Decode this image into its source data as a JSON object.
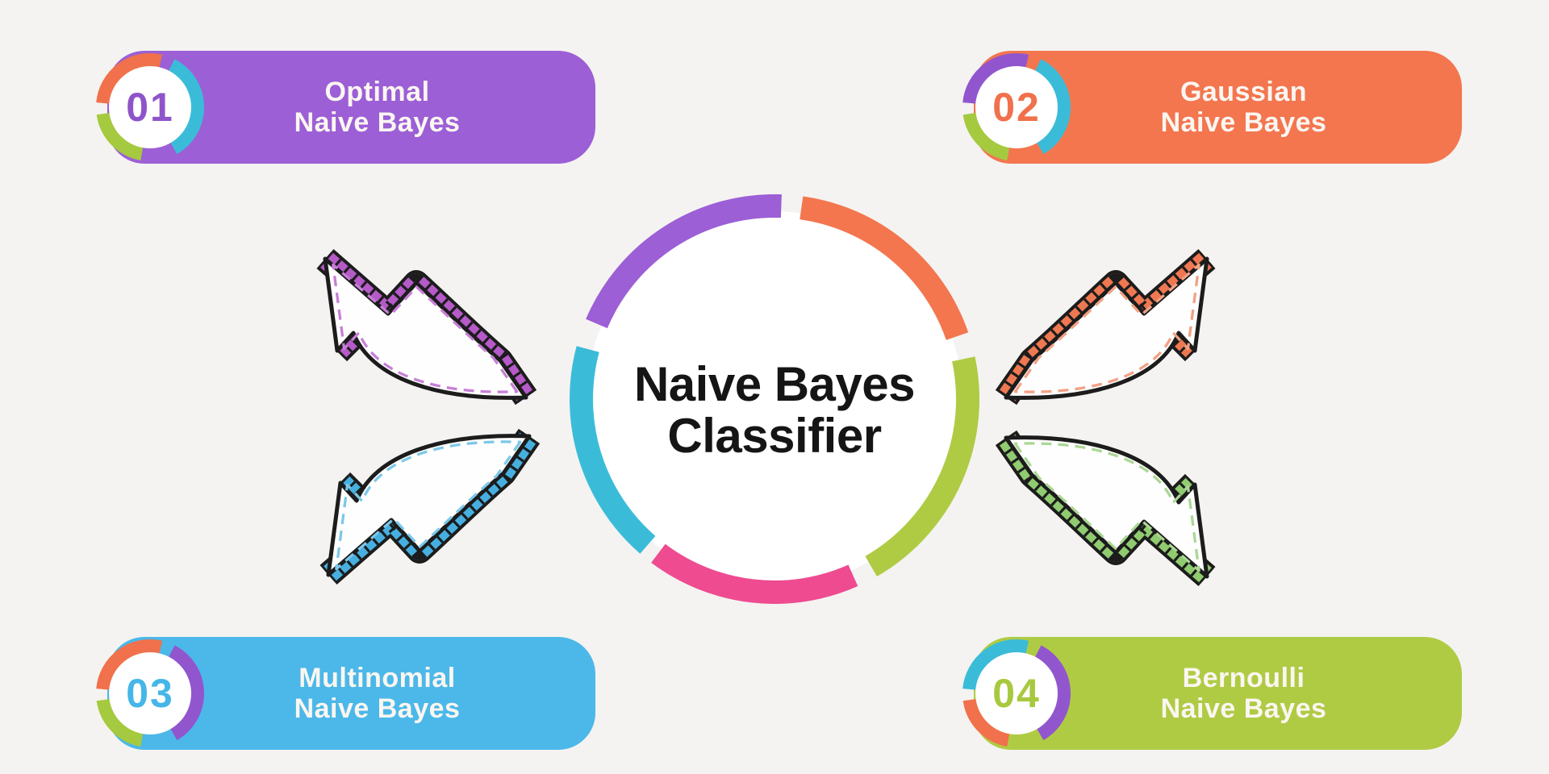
{
  "background": "#F4F3F1",
  "outline_color": "#1C1C1C",
  "white": "#FFFFFF",
  "center": {
    "line1": "Naive Bayes",
    "line2": "Classifier",
    "text_color": "#151515",
    "ring_segments": [
      {
        "name": "purple",
        "color": "#9C5FD6",
        "start": 203,
        "end": 272
      },
      {
        "name": "orange",
        "color": "#F3764F",
        "start": 278,
        "end": 341
      },
      {
        "name": "green",
        "color": "#AFCB44",
        "start": 348,
        "end": 420
      },
      {
        "name": "pink",
        "color": "#EE4B90",
        "start": 66,
        "end": 127
      },
      {
        "name": "cyan",
        "color": "#3ABCD9",
        "start": 131,
        "end": 195
      }
    ]
  },
  "boxes": [
    {
      "number": "01",
      "line1": "Optimal",
      "line2": "Naive Bayes",
      "color": "#9C5FD6",
      "number_color": "#8F54C9",
      "ring": [
        "#F0714B",
        "#3ABCD9",
        "#A5C93F"
      ],
      "position": "top-left"
    },
    {
      "number": "02",
      "line1": "Gaussian",
      "line2": "Naive Bayes",
      "color": "#F3764F",
      "number_color": "#F0714B",
      "ring": [
        "#9156CE",
        "#3ABCD9",
        "#A5C93F"
      ],
      "position": "top-right"
    },
    {
      "number": "03",
      "line1": "Multinomial",
      "line2": "Naive Bayes",
      "color": "#4BB8E9",
      "number_color": "#45B6E8",
      "ring": [
        "#F0714B",
        "#9156CE",
        "#A5C93F"
      ],
      "position": "bottom-left"
    },
    {
      "number": "04",
      "line1": "Bernoulli",
      "line2": "Naive Bayes",
      "color": "#AFCB44",
      "number_color": "#A8C93F",
      "ring": [
        "#3ABCD9",
        "#9156CE",
        "#F0714B"
      ],
      "position": "bottom-right"
    }
  ],
  "arrows": [
    {
      "direction": "up-left",
      "accent": "#B55AC8",
      "dash": "#C77FD6"
    },
    {
      "direction": "up-right",
      "accent": "#EE7851",
      "dash": "#F2A184"
    },
    {
      "direction": "down-left",
      "accent": "#46AFE0",
      "dash": "#7CC8EA"
    },
    {
      "direction": "down-right",
      "accent": "#90CB70",
      "dash": "#ABD795"
    }
  ]
}
